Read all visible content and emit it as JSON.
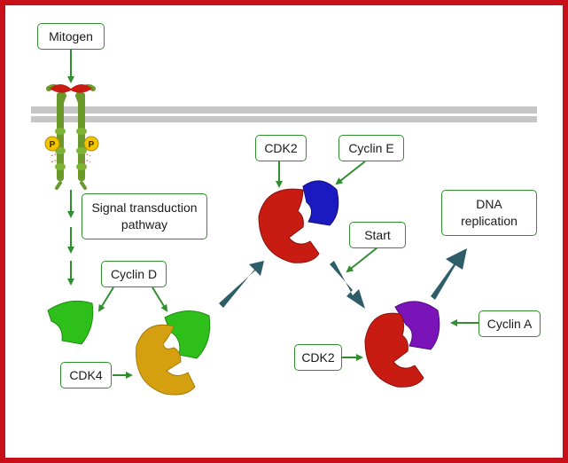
{
  "labels": {
    "mitogen": "Mitogen",
    "signal_transduction": "Signal transduction\npathway",
    "cyclin_d": "Cyclin D",
    "cdk4": "CDK4",
    "cdk2_top": "CDK2",
    "cyclin_e": "Cyclin E",
    "start": "Start",
    "dna_replication": "DNA\nreplication",
    "cyclin_a": "Cyclin A",
    "cdk2_bottom": "CDK2",
    "phospho_left": "P",
    "phospho_right": "P"
  },
  "colors": {
    "frame": "#c8101a",
    "label_border": "#2f8f2f",
    "connector": "#2f8f2f",
    "flow_arrow": "#2e5d6a",
    "membrane": "#c6c6c6",
    "receptor": "#6a9a2a",
    "cdk2": "#c81b12",
    "cyclin_e": "#1a1ac0",
    "cyclin_a": "#7a14b8",
    "cyclin_d": "#2fbf1a",
    "cdk4": "#d4a010",
    "phosphate": "#f2c500"
  }
}
